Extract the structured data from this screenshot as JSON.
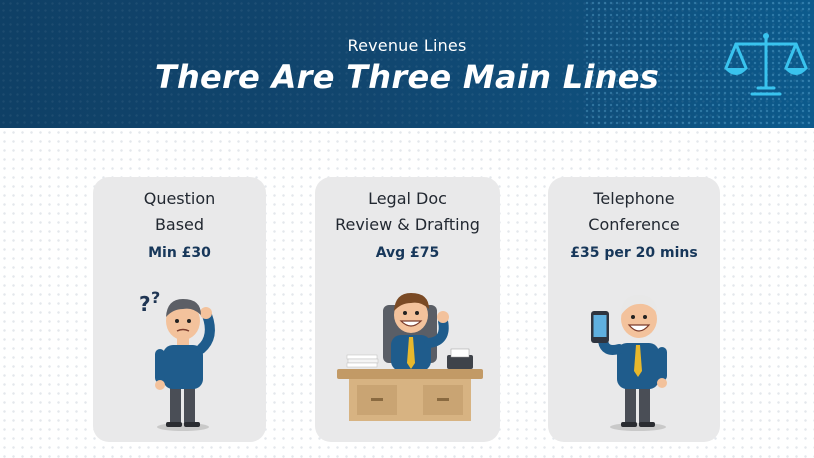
{
  "header": {
    "subtitle": "Revenue Lines",
    "title": "There Are Three Main Lines",
    "icon": "scales-of-justice-icon"
  },
  "colors": {
    "header_bg": "#11466f",
    "card_bg": "#e9e9ea",
    "price_text": "#17375a",
    "accent_cyan": "#39c3ee"
  },
  "cards": [
    {
      "title_line1": "Question",
      "title_line2": "Based",
      "price": "Min £30",
      "illustration": "confused-man-illustration"
    },
    {
      "title_line1": "Legal Doc",
      "title_line2": "Review & Drafting",
      "price": "Avg £75",
      "illustration": "man-at-desk-illustration"
    },
    {
      "title_line1": "Telephone",
      "title_line2": "Conference",
      "price": "£35 per 20 mins",
      "illustration": "man-with-phone-illustration"
    }
  ]
}
